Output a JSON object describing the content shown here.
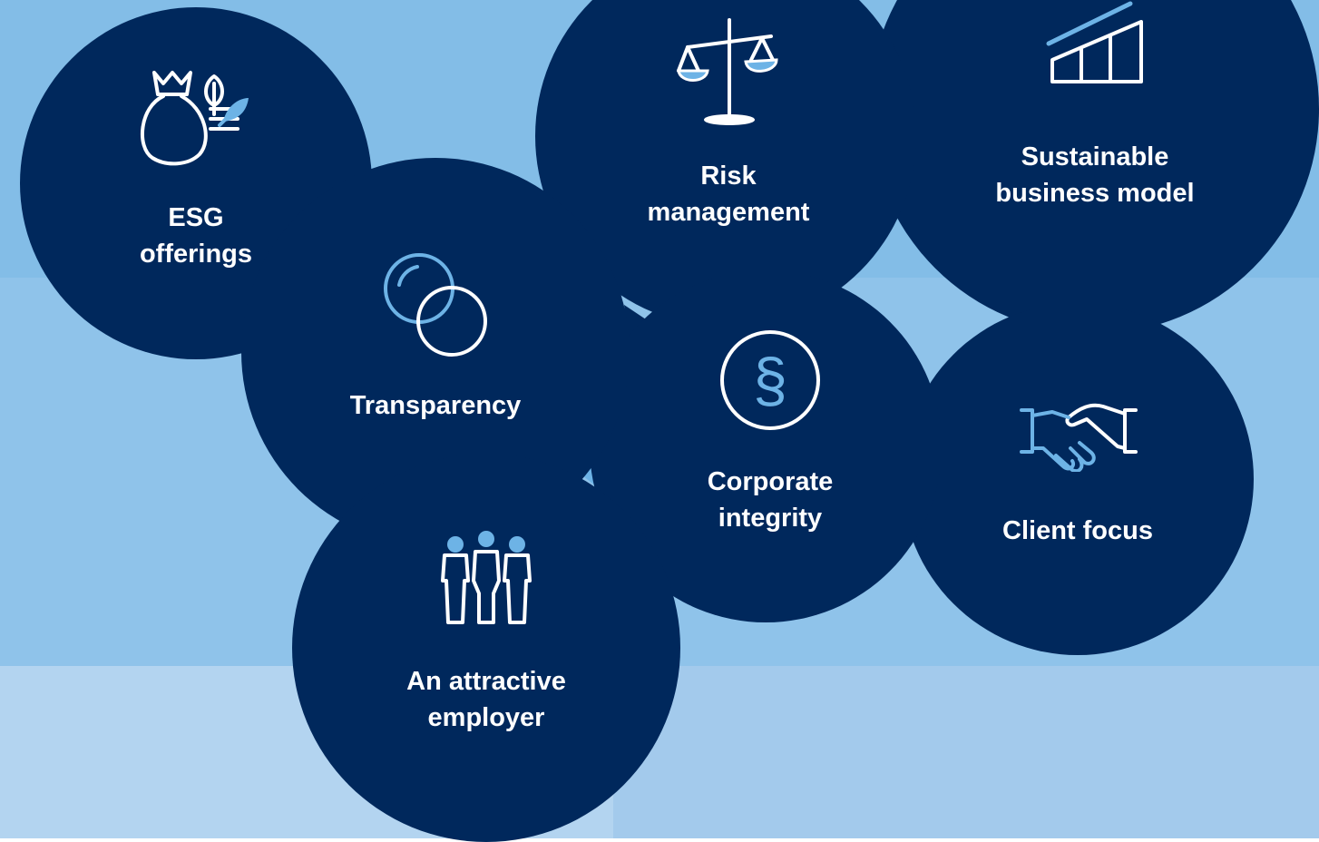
{
  "colors": {
    "circle": "#00285c",
    "icon_white": "#ffffff",
    "icon_accent": "#6db3e6",
    "bg_top": "#83bde7",
    "bg_mid": "#8fc3ea",
    "bg_bottom_left": "#b3d4f0",
    "bg_bottom_right": "#a3caec"
  },
  "nodes": {
    "esg": {
      "line1": "ESG",
      "line2": "offerings",
      "icon": "money-bag-leaf-icon"
    },
    "transparency": {
      "line1": "Transparency",
      "icon": "overlapping-circles-icon"
    },
    "risk": {
      "line1": "Risk",
      "line2": "management",
      "icon": "scales-icon"
    },
    "sustainable": {
      "line1": "Sustainable",
      "line2": "business model",
      "icon": "growth-chart-icon"
    },
    "integrity": {
      "line1": "Corporate",
      "line2": "integrity",
      "icon": "section-sign-icon"
    },
    "client": {
      "line1": "Client focus",
      "icon": "handshake-icon"
    },
    "employer": {
      "line1": "An attractive",
      "line2": "employer",
      "icon": "people-group-icon"
    }
  },
  "symbols": {
    "section": "§"
  }
}
